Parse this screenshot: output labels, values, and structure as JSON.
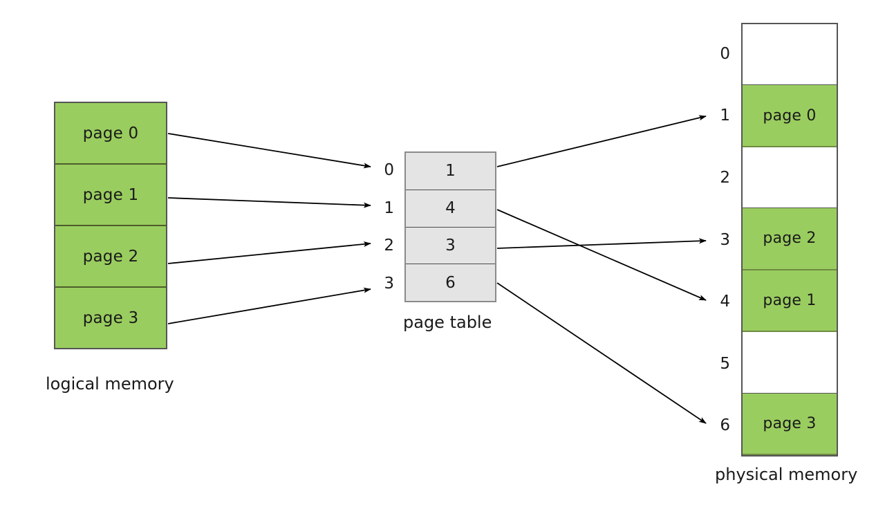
{
  "diagram": {
    "title_absent": true,
    "colors": {
      "page_fill_green": "#9ACD5F",
      "page_table_fill_gray": "#E4E4E4",
      "frame_empty_white": "#FFFFFF",
      "outline_gray": "#555555",
      "green_divider": "#4C5C2C",
      "arrow_black": "#000000",
      "text_black": "#1A1A1A"
    }
  },
  "logical_memory": {
    "caption": "logical memory",
    "pages": [
      {
        "label": "page 0"
      },
      {
        "label": "page 1"
      },
      {
        "label": "page 2"
      },
      {
        "label": "page 3"
      }
    ]
  },
  "page_table": {
    "caption": "page table",
    "index_labels": [
      "0",
      "1",
      "2",
      "3"
    ],
    "entries": [
      {
        "index": "0",
        "frame": "1"
      },
      {
        "index": "1",
        "frame": "4"
      },
      {
        "index": "2",
        "frame": "3"
      },
      {
        "index": "3",
        "frame": "6"
      }
    ]
  },
  "physical_memory": {
    "caption": "physical memory",
    "index_labels": [
      "0",
      "1",
      "2",
      "3",
      "4",
      "5",
      "6"
    ],
    "frames": [
      {
        "index": "0",
        "label": "",
        "occupied": false
      },
      {
        "index": "1",
        "label": "page 0",
        "occupied": true
      },
      {
        "index": "2",
        "label": "",
        "occupied": false
      },
      {
        "index": "3",
        "label": "page 2",
        "occupied": true
      },
      {
        "index": "4",
        "label": "page 1",
        "occupied": true
      },
      {
        "index": "5",
        "label": "",
        "occupied": false
      },
      {
        "index": "6",
        "label": "page 3",
        "occupied": true
      }
    ]
  },
  "arrows": {
    "logical_to_page_table": [
      {
        "from_page": "page 0",
        "to_index": "0"
      },
      {
        "from_page": "page 1",
        "to_index": "1"
      },
      {
        "from_page": "page 2",
        "to_index": "2"
      },
      {
        "from_page": "page 3",
        "to_index": "3"
      }
    ],
    "page_table_to_physical": [
      {
        "from_entry": "0",
        "frame_value": "1",
        "to_frame": "1"
      },
      {
        "from_entry": "1",
        "frame_value": "4",
        "to_frame": "4"
      },
      {
        "from_entry": "2",
        "frame_value": "3",
        "to_frame": "3"
      },
      {
        "from_entry": "3",
        "frame_value": "6",
        "to_frame": "6"
      }
    ]
  }
}
